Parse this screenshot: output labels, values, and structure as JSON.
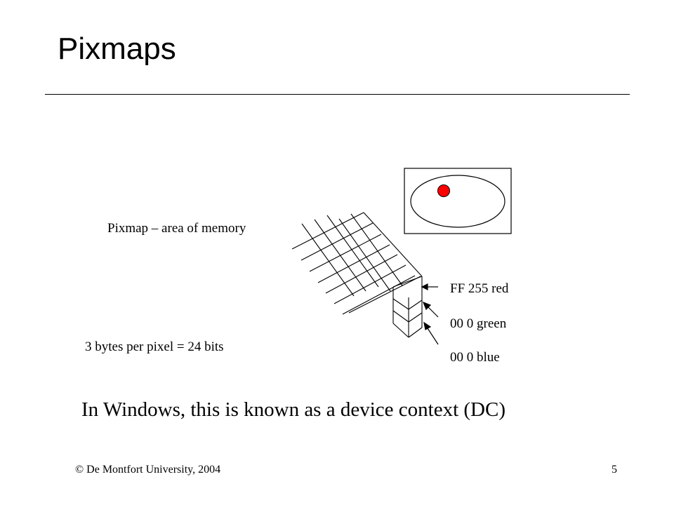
{
  "slide": {
    "title": "Pixmaps",
    "labels": {
      "pixmap": "Pixmap – area of memory",
      "bytes_per_pixel": "3 bytes per pixel = 24 bits",
      "red_byte": "FF 255 red",
      "green_byte": "00 0 green",
      "blue_byte": "00 0 blue"
    },
    "body": "In Windows, this is known as a device context (DC)",
    "footer": {
      "copyright": "© De Montfort University, 2004",
      "page_number": "5"
    }
  },
  "colors": {
    "dot": "#ff0000",
    "line": "#000000",
    "background": "#ffffff"
  }
}
